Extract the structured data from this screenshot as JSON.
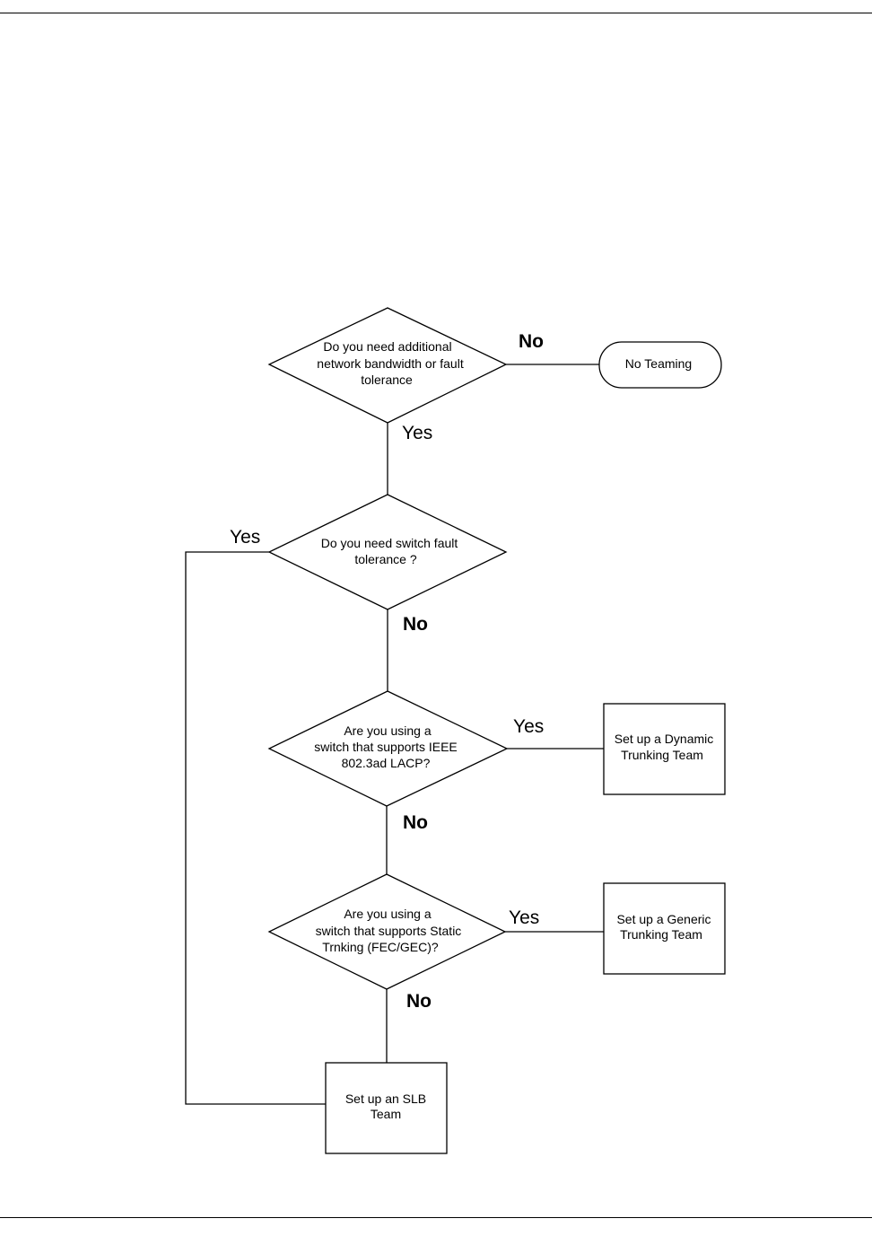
{
  "nodes": {
    "q1": {
      "lines": [
        "Do you need additional",
        "network  bandwidth or fault",
        "tolerance"
      ]
    },
    "q2": {
      "lines": [
        "Do you need switch fault",
        "tolerance ?"
      ]
    },
    "q3": {
      "lines": [
        "Are you using a",
        "switch that supports IEEE",
        "802.3ad LACP?"
      ]
    },
    "q4": {
      "lines": [
        "Are you using a",
        "switch that supports Static",
        "Trnking (FEC/GEC)?"
      ]
    },
    "no_teaming": {
      "lines": [
        "No Teaming"
      ]
    },
    "dynamic_team": {
      "lines": [
        "Set up a Dynamic",
        "Trunking Team"
      ]
    },
    "generic_team": {
      "lines": [
        "Set up a Generic",
        "Trunking Team"
      ]
    },
    "slb_team": {
      "lines": [
        "Set up an SLB",
        "Team"
      ]
    }
  },
  "edges": {
    "q1_no": "No",
    "q1_yes": "Yes",
    "q2_yes": "Yes",
    "q2_no": "No",
    "q3_yes": "Yes",
    "q3_no": "No",
    "q4_yes": "Yes",
    "q4_no": "No"
  }
}
